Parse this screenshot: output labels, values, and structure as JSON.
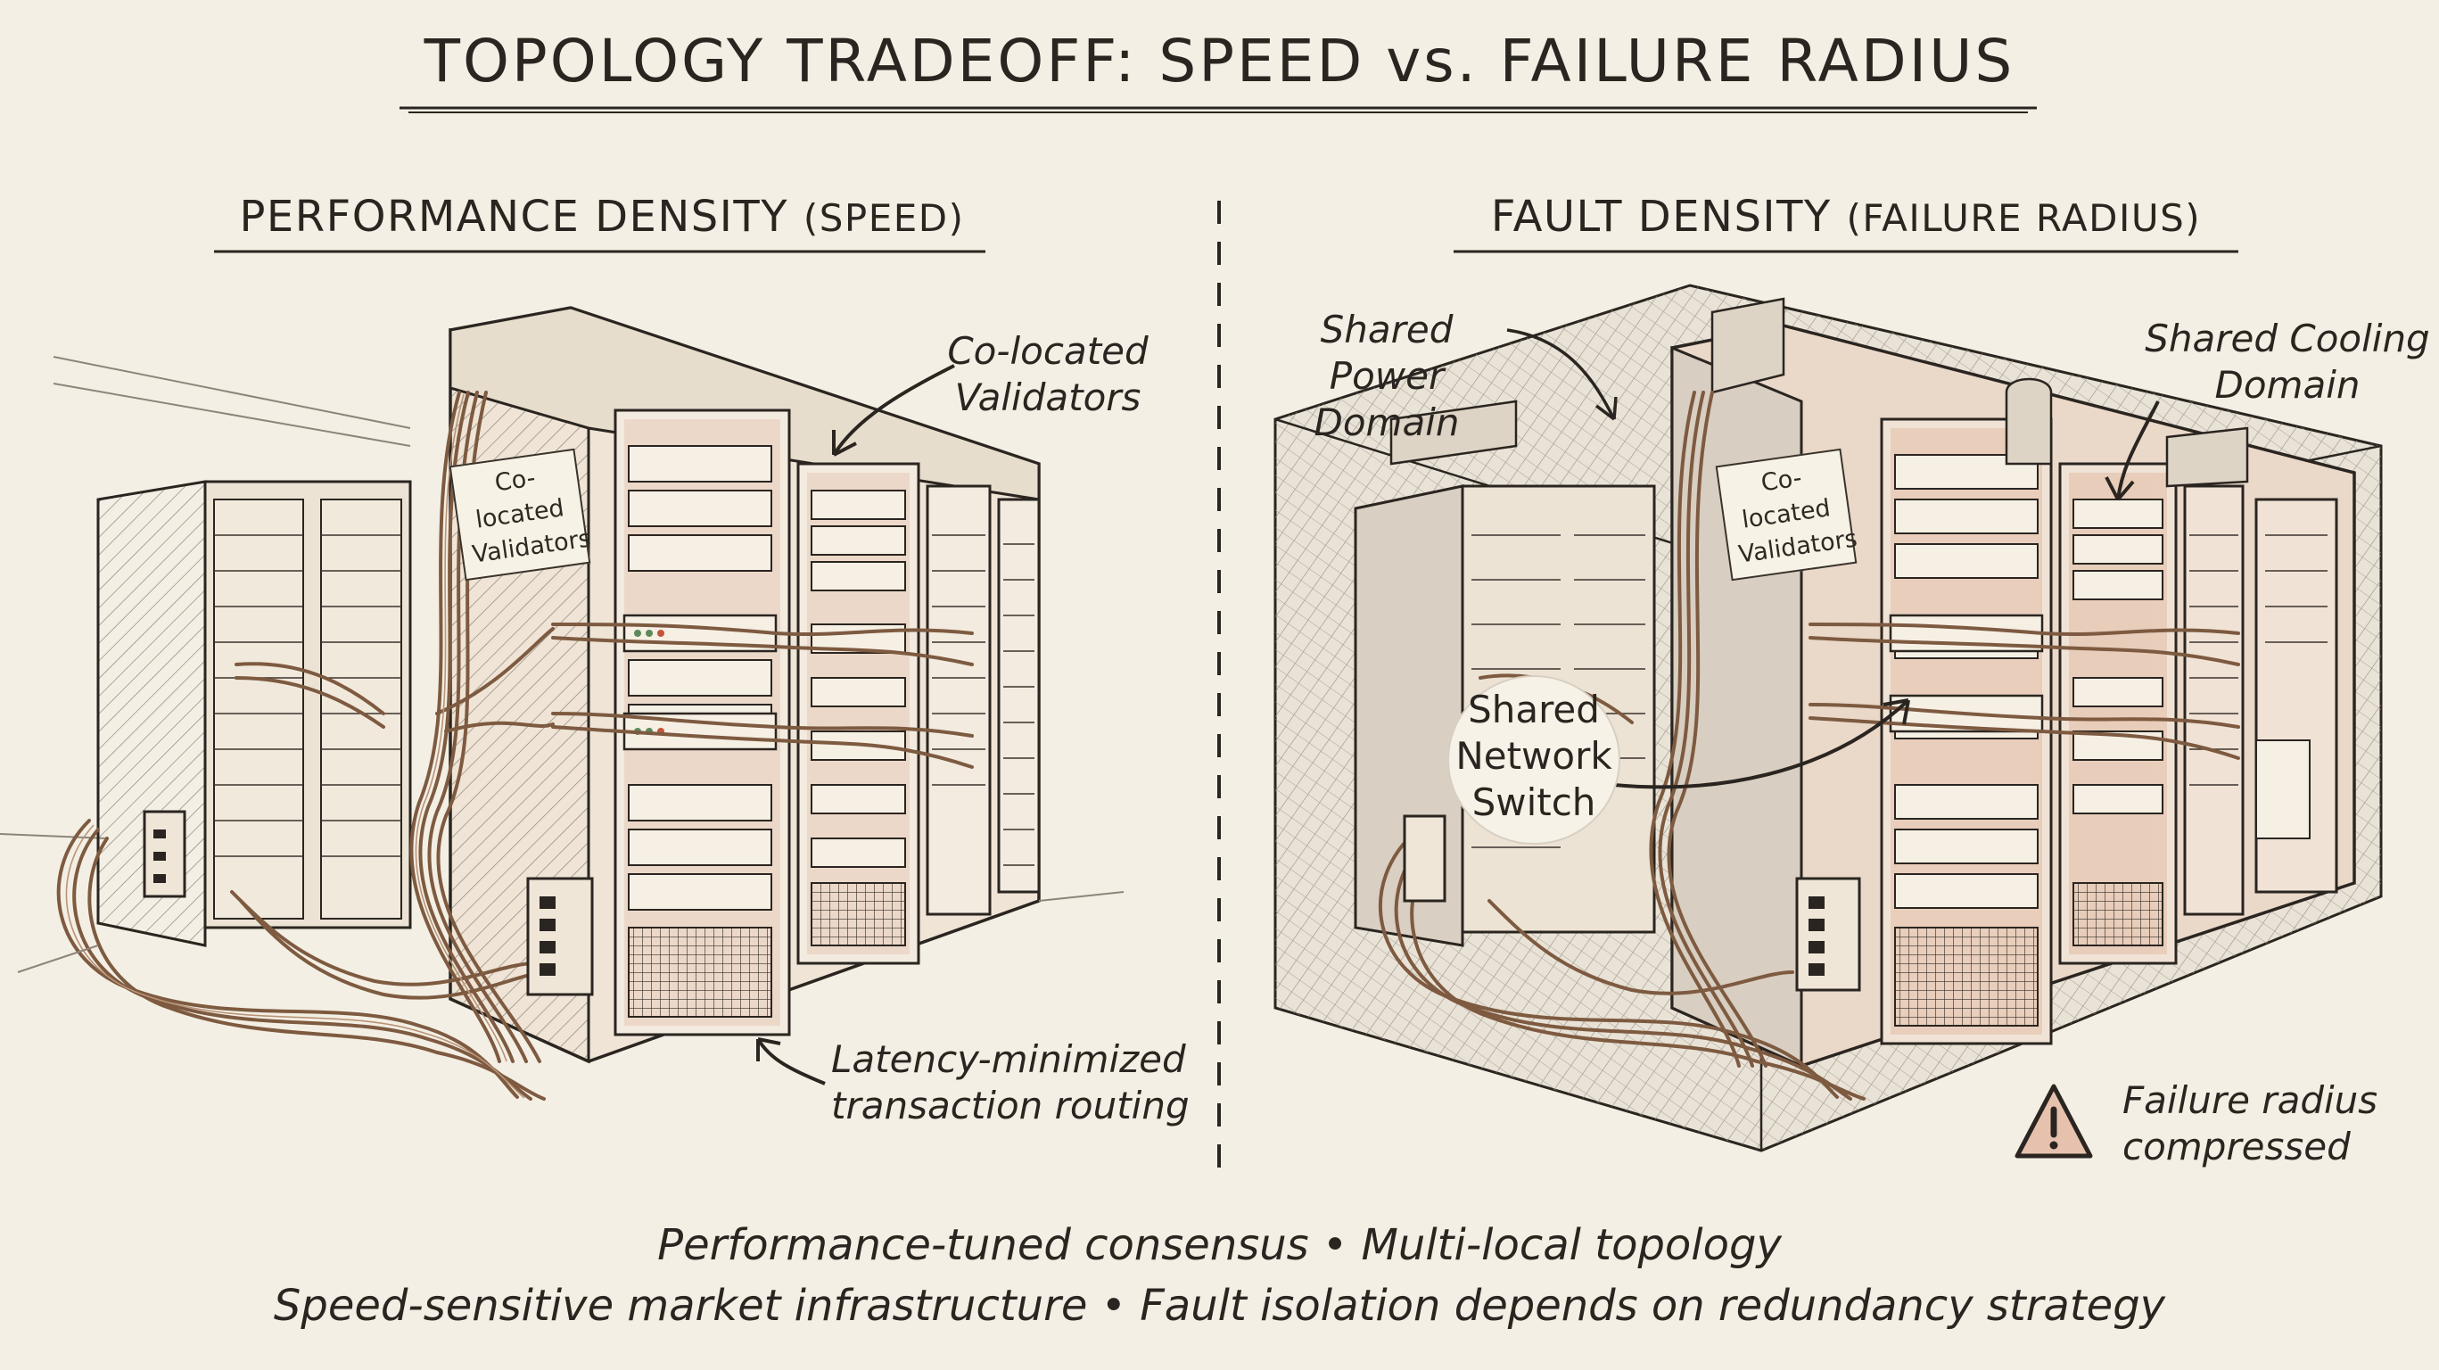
{
  "title": "TOPOLOGY TRADEOFF: SPEED vs. FAILURE RADIUS",
  "left_panel": {
    "heading": "PERFORMANCE DENSITY",
    "heading_sub": "(SPEED)",
    "rack_sign": "Co-located Validators",
    "callout_validators": "Co-located Validators",
    "callout_routing": "Latency-minimized transaction routing"
  },
  "right_panel": {
    "heading": "FAULT DENSITY",
    "heading_sub": "(FAILURE RADIUS)",
    "rack_sign": "Co-located Validators",
    "callout_power": "Shared Power Domain",
    "callout_cooling": "Shared Cooling Domain",
    "callout_switch": "Shared Network Switch",
    "callout_failure": "Failure radius compressed",
    "warning_icon": "warning-triangle-icon"
  },
  "footer": {
    "line1": "Performance-tuned consensus • Multi-local topology",
    "line2": "Speed-sensitive market infrastructure • Fault isolation depends on redundancy strategy"
  },
  "colors": {
    "background": "#f4efe4",
    "ink": "#2a2520",
    "cable": "#8a6446",
    "shade_rose": "#d9b8a4",
    "hatch": "#9c948a"
  }
}
